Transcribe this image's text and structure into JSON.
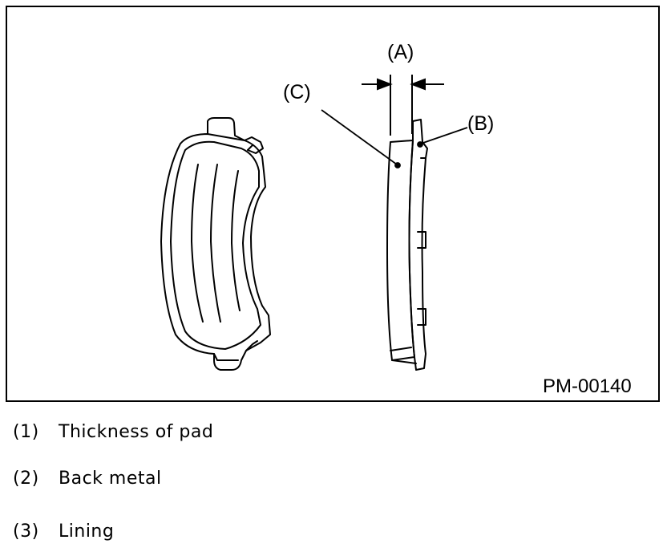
{
  "figure": {
    "callouts": {
      "a": "(A)",
      "b": "(B)",
      "c": "(C)"
    },
    "figure_id": "PM-00140"
  },
  "legend": {
    "items": [
      {
        "number": "(1)",
        "label": "Thickness of pad"
      },
      {
        "number": "(2)",
        "label": "Back metal"
      },
      {
        "number": "(3)",
        "label": "Lining"
      }
    ]
  }
}
